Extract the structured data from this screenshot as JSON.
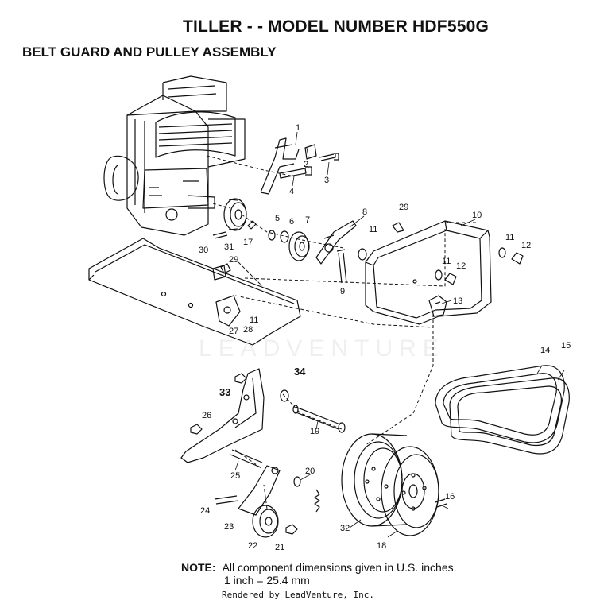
{
  "title": "TILLER - - MODEL NUMBER HDF550G",
  "subtitle": "BELT GUARD AND PULLEY ASSEMBLY",
  "watermark": "LEADVENTURE",
  "parts": [
    {
      "id": "p1",
      "label": "1"
    },
    {
      "id": "p2",
      "label": "2"
    },
    {
      "id": "p3",
      "label": "3"
    },
    {
      "id": "p4",
      "label": "4"
    },
    {
      "id": "p5",
      "label": "5"
    },
    {
      "id": "p6",
      "label": "6"
    },
    {
      "id": "p7",
      "label": "7"
    },
    {
      "id": "p8",
      "label": "8"
    },
    {
      "id": "p9",
      "label": "9"
    },
    {
      "id": "p10",
      "label": "10"
    },
    {
      "id": "p11a",
      "label": "11"
    },
    {
      "id": "p11b",
      "label": "11"
    },
    {
      "id": "p11c",
      "label": "11"
    },
    {
      "id": "p11d",
      "label": "11"
    },
    {
      "id": "p12a",
      "label": "12"
    },
    {
      "id": "p12b",
      "label": "12"
    },
    {
      "id": "p13",
      "label": "13"
    },
    {
      "id": "p14",
      "label": "14"
    },
    {
      "id": "p15",
      "label": "15"
    },
    {
      "id": "p16",
      "label": "16"
    },
    {
      "id": "p17",
      "label": "17"
    },
    {
      "id": "p18",
      "label": "18"
    },
    {
      "id": "p19",
      "label": "19"
    },
    {
      "id": "p20",
      "label": "20"
    },
    {
      "id": "p21",
      "label": "21"
    },
    {
      "id": "p22",
      "label": "22"
    },
    {
      "id": "p23",
      "label": "23"
    },
    {
      "id": "p24",
      "label": "24"
    },
    {
      "id": "p25",
      "label": "25"
    },
    {
      "id": "p26",
      "label": "26"
    },
    {
      "id": "p27",
      "label": "27"
    },
    {
      "id": "p28",
      "label": "28"
    },
    {
      "id": "p29a",
      "label": "29"
    },
    {
      "id": "p29b",
      "label": "29"
    },
    {
      "id": "p30",
      "label": "30"
    },
    {
      "id": "p31",
      "label": "31"
    },
    {
      "id": "p32",
      "label": "32"
    },
    {
      "id": "p33",
      "label": "33"
    },
    {
      "id": "p34",
      "label": "34"
    }
  ],
  "note": {
    "label": "NOTE:",
    "line1": "All component dimensions given in U.S. inches.",
    "line2": "1 inch = 25.4 mm"
  },
  "footer": "Rendered by LeadVenture, Inc."
}
